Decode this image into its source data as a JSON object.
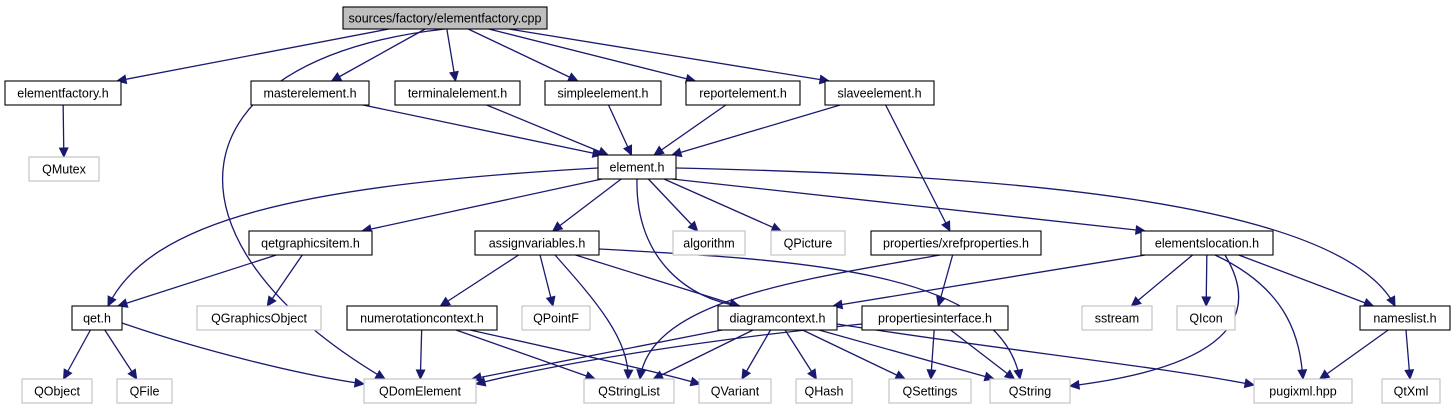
{
  "nodes": [
    {
      "id": "root",
      "label": "sources/factory/elementfactory.cpp",
      "kind": "root"
    },
    {
      "id": "elementfactory_h",
      "label": "elementfactory.h",
      "kind": "file"
    },
    {
      "id": "masterelement_h",
      "label": "masterelement.h",
      "kind": "file"
    },
    {
      "id": "terminalelement_h",
      "label": "terminalelement.h",
      "kind": "file"
    },
    {
      "id": "simpleelement_h",
      "label": "simpleelement.h",
      "kind": "file"
    },
    {
      "id": "reportelement_h",
      "label": "reportelement.h",
      "kind": "file"
    },
    {
      "id": "slaveelement_h",
      "label": "slaveelement.h",
      "kind": "file"
    },
    {
      "id": "QMutex",
      "label": "QMutex",
      "kind": "external"
    },
    {
      "id": "element_h",
      "label": "element.h",
      "kind": "file"
    },
    {
      "id": "qetgraphicsitem_h",
      "label": "qetgraphicsitem.h",
      "kind": "file"
    },
    {
      "id": "assignvariables_h",
      "label": "assignvariables.h",
      "kind": "file"
    },
    {
      "id": "algorithm",
      "label": "algorithm",
      "kind": "external"
    },
    {
      "id": "QPicture",
      "label": "QPicture",
      "kind": "external"
    },
    {
      "id": "xrefproperties_h",
      "label": "properties/xrefproperties.h",
      "kind": "file"
    },
    {
      "id": "elementslocation_h",
      "label": "elementslocation.h",
      "kind": "file"
    },
    {
      "id": "qet_h",
      "label": "qet.h",
      "kind": "file"
    },
    {
      "id": "QGraphicsObject",
      "label": "QGraphicsObject",
      "kind": "external"
    },
    {
      "id": "numerotationcontext_h",
      "label": "numerotationcontext.h",
      "kind": "file"
    },
    {
      "id": "QPointF",
      "label": "QPointF",
      "kind": "external"
    },
    {
      "id": "diagramcontext_h",
      "label": "diagramcontext.h",
      "kind": "file"
    },
    {
      "id": "propertiesinterface_h",
      "label": "propertiesinterface.h",
      "kind": "file"
    },
    {
      "id": "sstream",
      "label": "sstream",
      "kind": "external"
    },
    {
      "id": "QIcon",
      "label": "QIcon",
      "kind": "external"
    },
    {
      "id": "nameslist_h",
      "label": "nameslist.h",
      "kind": "file"
    },
    {
      "id": "QObject",
      "label": "QObject",
      "kind": "external"
    },
    {
      "id": "QFile",
      "label": "QFile",
      "kind": "external"
    },
    {
      "id": "QDomElement",
      "label": "QDomElement",
      "kind": "external"
    },
    {
      "id": "QStringList",
      "label": "QStringList",
      "kind": "external"
    },
    {
      "id": "QVariant",
      "label": "QVariant",
      "kind": "external"
    },
    {
      "id": "QHash",
      "label": "QHash",
      "kind": "external"
    },
    {
      "id": "QSettings",
      "label": "QSettings",
      "kind": "external"
    },
    {
      "id": "QString",
      "label": "QString",
      "kind": "external"
    },
    {
      "id": "pugixml_hpp",
      "label": "pugixml.hpp",
      "kind": "external"
    },
    {
      "id": "QtXml",
      "label": "QtXml",
      "kind": "external"
    }
  ],
  "edges": [
    [
      "root",
      "elementfactory_h"
    ],
    [
      "root",
      "masterelement_h"
    ],
    [
      "root",
      "terminalelement_h"
    ],
    [
      "root",
      "simpleelement_h"
    ],
    [
      "root",
      "reportelement_h"
    ],
    [
      "root",
      "slaveelement_h"
    ],
    [
      "root",
      "QDomElement"
    ],
    [
      "elementfactory_h",
      "QMutex"
    ],
    [
      "masterelement_h",
      "element_h"
    ],
    [
      "terminalelement_h",
      "element_h"
    ],
    [
      "simpleelement_h",
      "element_h"
    ],
    [
      "reportelement_h",
      "element_h"
    ],
    [
      "slaveelement_h",
      "element_h"
    ],
    [
      "slaveelement_h",
      "xrefproperties_h"
    ],
    [
      "element_h",
      "qet_h"
    ],
    [
      "element_h",
      "qetgraphicsitem_h"
    ],
    [
      "element_h",
      "assignvariables_h"
    ],
    [
      "element_h",
      "diagramcontext_h"
    ],
    [
      "element_h",
      "algorithm"
    ],
    [
      "element_h",
      "QPicture"
    ],
    [
      "element_h",
      "elementslocation_h"
    ],
    [
      "element_h",
      "nameslist_h"
    ],
    [
      "qetgraphicsitem_h",
      "qet_h"
    ],
    [
      "qetgraphicsitem_h",
      "QGraphicsObject"
    ],
    [
      "assignvariables_h",
      "numerotationcontext_h"
    ],
    [
      "assignvariables_h",
      "QPointF"
    ],
    [
      "assignvariables_h",
      "QStringList"
    ],
    [
      "assignvariables_h",
      "diagramcontext_h"
    ],
    [
      "assignvariables_h",
      "QString"
    ],
    [
      "xrefproperties_h",
      "QStringList"
    ],
    [
      "xrefproperties_h",
      "propertiesinterface_h"
    ],
    [
      "elementslocation_h",
      "diagramcontext_h"
    ],
    [
      "elementslocation_h",
      "sstream"
    ],
    [
      "elementslocation_h",
      "QIcon"
    ],
    [
      "elementslocation_h",
      "QString"
    ],
    [
      "elementslocation_h",
      "pugixml_hpp"
    ],
    [
      "elementslocation_h",
      "nameslist_h"
    ],
    [
      "qet_h",
      "QObject"
    ],
    [
      "qet_h",
      "QFile"
    ],
    [
      "qet_h",
      "QDomElement"
    ],
    [
      "numerotationcontext_h",
      "QDomElement"
    ],
    [
      "numerotationcontext_h",
      "QStringList"
    ],
    [
      "numerotationcontext_h",
      "QVariant"
    ],
    [
      "diagramcontext_h",
      "QDomElement"
    ],
    [
      "diagramcontext_h",
      "QStringList"
    ],
    [
      "diagramcontext_h",
      "QVariant"
    ],
    [
      "diagramcontext_h",
      "QHash"
    ],
    [
      "diagramcontext_h",
      "QSettings"
    ],
    [
      "diagramcontext_h",
      "QString"
    ],
    [
      "diagramcontext_h",
      "pugixml_hpp"
    ],
    [
      "propertiesinterface_h",
      "QDomElement"
    ],
    [
      "propertiesinterface_h",
      "QSettings"
    ],
    [
      "propertiesinterface_h",
      "QString"
    ],
    [
      "nameslist_h",
      "pugixml_hpp"
    ],
    [
      "nameslist_h",
      "QtXml"
    ]
  ]
}
